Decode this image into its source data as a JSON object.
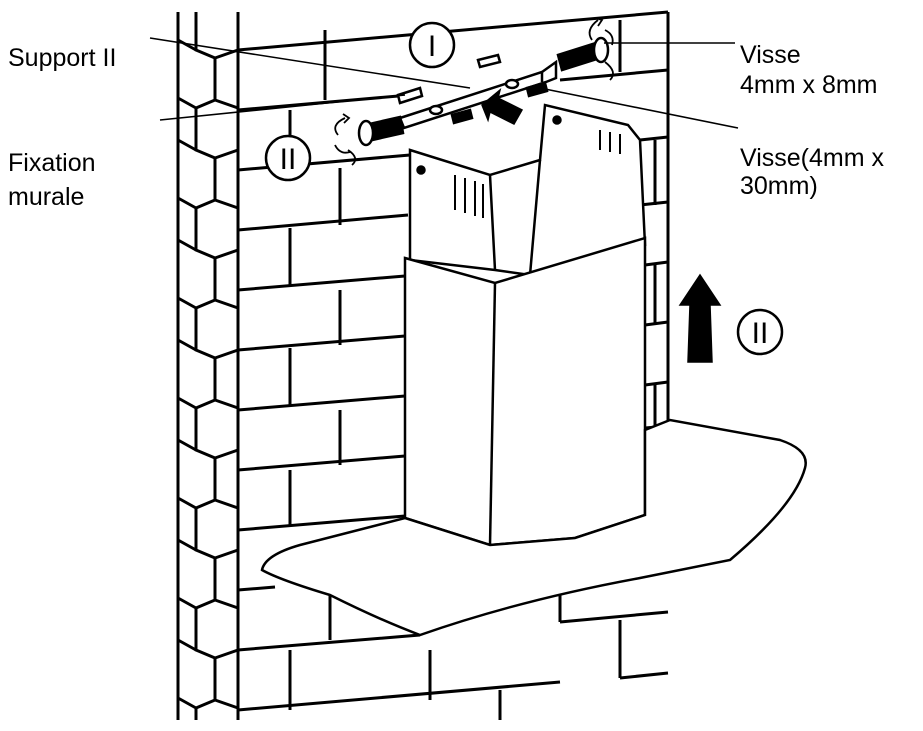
{
  "labels": {
    "support": "Support II",
    "fixation_line1": "Fixation",
    "fixation_line2": "murale",
    "visse_small_line1": "Visse",
    "visse_small_line2": "4mm x 8mm",
    "visse_large_line1": "Visse(4mm x",
    "visse_large_line2": "30mm)"
  },
  "steps": {
    "step_one": "I",
    "step_two_left": "II",
    "step_two_right": "II"
  },
  "colors": {
    "ink": "#000000",
    "paper": "#ffffff",
    "shade": "#dcdcdc"
  },
  "icons": {
    "arrow_up": "arrow-up-icon",
    "arrow_push": "arrow-push-icon",
    "rotate": "rotate-icon"
  }
}
